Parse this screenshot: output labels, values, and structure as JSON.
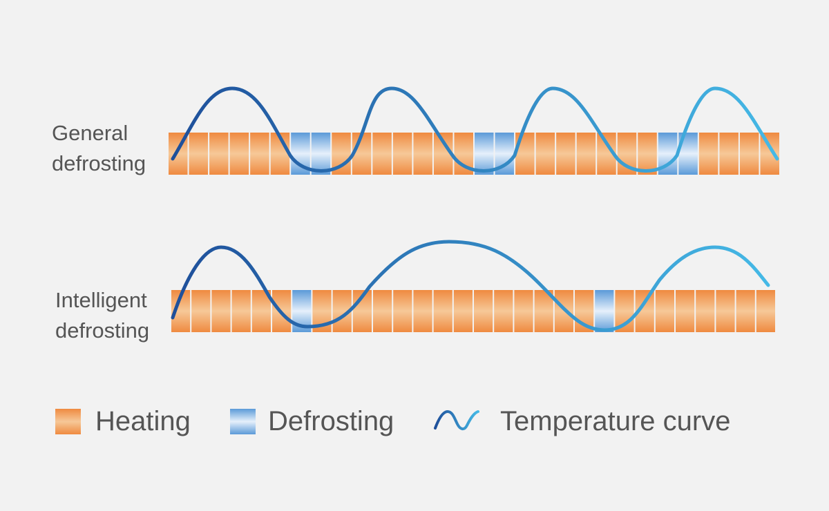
{
  "rows": [
    {
      "id": "general",
      "label_line1": "General",
      "label_line2": "defrosting",
      "segments": [
        "heating",
        "heating",
        "heating",
        "heating",
        "heating",
        "heating",
        "defrosting",
        "defrosting",
        "heating",
        "heating",
        "heating",
        "heating",
        "heating",
        "heating",
        "heating",
        "defrosting",
        "defrosting",
        "heating",
        "heating",
        "heating",
        "heating",
        "heating",
        "heating",
        "heating",
        "defrosting",
        "defrosting",
        "heating",
        "heating",
        "heating",
        "heating"
      ]
    },
    {
      "id": "intelligent",
      "label_line1": "Intelligent",
      "label_line2": "defrosting",
      "segments": [
        "heating",
        "heating",
        "heating",
        "heating",
        "heating",
        "heating",
        "defrosting",
        "heating",
        "heating",
        "heating",
        "heating",
        "heating",
        "heating",
        "heating",
        "heating",
        "heating",
        "heating",
        "heating",
        "heating",
        "heating",
        "heating",
        "defrosting",
        "heating",
        "heating",
        "heating",
        "heating",
        "heating",
        "heating",
        "heating",
        "heating"
      ]
    }
  ],
  "legend": {
    "heating": "Heating",
    "defrosting": "Defrosting",
    "temperature_curve": "Temperature curve"
  },
  "colors": {
    "background": "#f2f2f2",
    "heating_edge": "#ef8a40",
    "heating_center": "#f6c898",
    "defrost_edge": "#5b9ad8",
    "defrost_center": "#e6f0fb",
    "curve_start": "#1e4f9a",
    "curve_end": "#45b9e6",
    "label_text": "#555555"
  }
}
